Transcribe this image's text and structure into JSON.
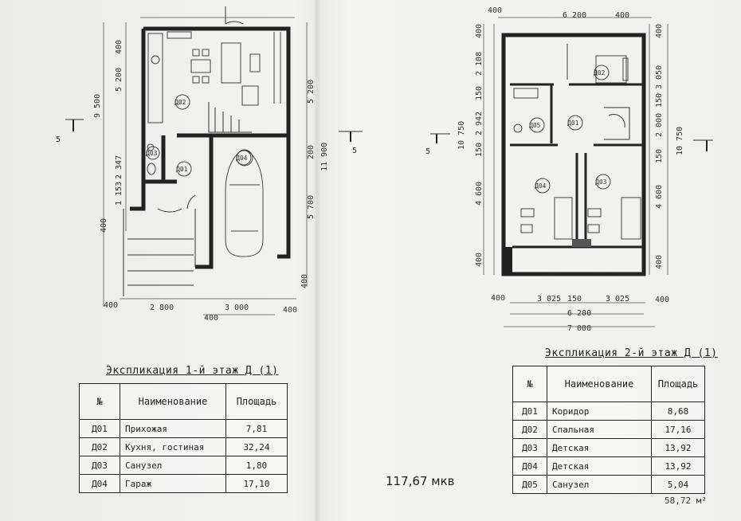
{
  "plan1": {
    "dims_top": [
      "400"
    ],
    "dims_left": [
      "5 200",
      "9 500",
      "2 347",
      "1 153",
      "400"
    ],
    "dims_right": [
      "5 200",
      "200",
      "11 900",
      "5 700",
      "400"
    ],
    "dims_bottom": [
      "400",
      "2 800",
      "3 000",
      "400",
      "400"
    ],
    "section_mark": "5",
    "rooms": [
      "Д02",
      "Д03",
      "Д01",
      "Д04"
    ]
  },
  "plan2": {
    "dims_top": [
      "400",
      "6 200",
      "400"
    ],
    "dims_left": [
      "400",
      "2 108",
      "150",
      "2 942",
      "10 750",
      "150",
      "4 600",
      "400"
    ],
    "dims_right": [
      "400",
      "3 050",
      "150",
      "2 000",
      "10 750",
      "150",
      "4 600",
      "400"
    ],
    "dims_bottom": [
      "400",
      "3 025",
      "150",
      "3 025",
      "400",
      "6 200",
      "7 000"
    ],
    "section_mark": "5",
    "rooms": [
      "Д02",
      "Д05",
      "Д01",
      "Д04",
      "Д03"
    ]
  },
  "middle_section_mark": "5",
  "table1": {
    "caption": "Экспликация 1-й этаж Д (1)",
    "headers": [
      "№",
      "Наименование",
      "Площадь"
    ],
    "rows": [
      {
        "no": "Д01",
        "name": "Прихожая",
        "area": "7,81"
      },
      {
        "no": "Д02",
        "name": "Кухня, гостиная",
        "area": "32,24"
      },
      {
        "no": "Д03",
        "name": "Санузел",
        "area": "1,80"
      },
      {
        "no": "Д04",
        "name": "Гараж",
        "area": "17,10"
      }
    ]
  },
  "table2": {
    "caption": "Экспликация 2-й этаж Д (1)",
    "headers": [
      "№",
      "Наименование",
      "Площадь"
    ],
    "rows": [
      {
        "no": "Д01",
        "name": "Коридор",
        "area": "8,68"
      },
      {
        "no": "Д02",
        "name": "Спальная",
        "area": "17,16"
      },
      {
        "no": "Д03",
        "name": "Детская",
        "area": "13,92"
      },
      {
        "no": "Д04",
        "name": "Детская",
        "area": "13,92"
      },
      {
        "no": "Д05",
        "name": "Санузел",
        "area": "5,04"
      }
    ],
    "total": "58,72 м²"
  },
  "total_label": "117,67 мкв"
}
